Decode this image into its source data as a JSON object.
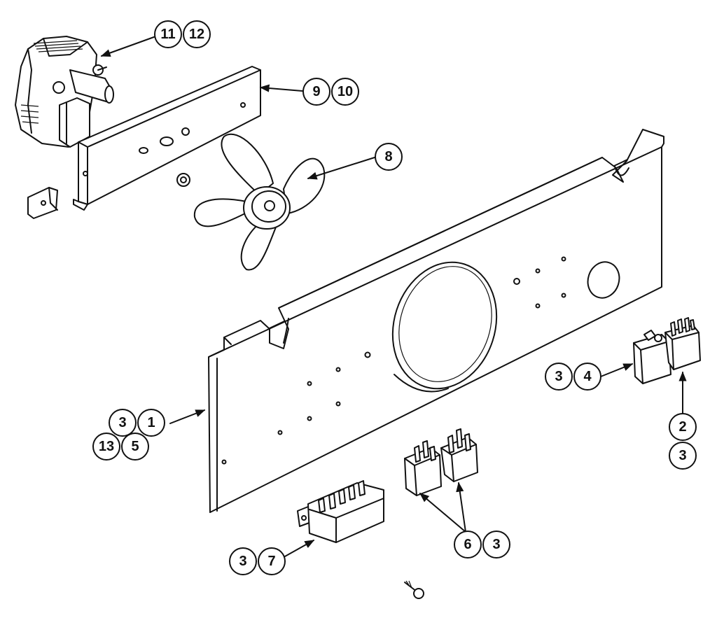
{
  "callouts": {
    "motor": [
      "11",
      "12"
    ],
    "bracket": [
      "9",
      "10"
    ],
    "fan": [
      "8"
    ],
    "panel_row1": [
      "3",
      "1"
    ],
    "panel_row2": [
      "13",
      "5"
    ],
    "relay_right_side": [
      "3",
      "4"
    ],
    "relay_right_below": [
      "2",
      "3"
    ],
    "relay_pair": [
      "6",
      "3"
    ],
    "transformer": [
      "3",
      "7"
    ]
  }
}
